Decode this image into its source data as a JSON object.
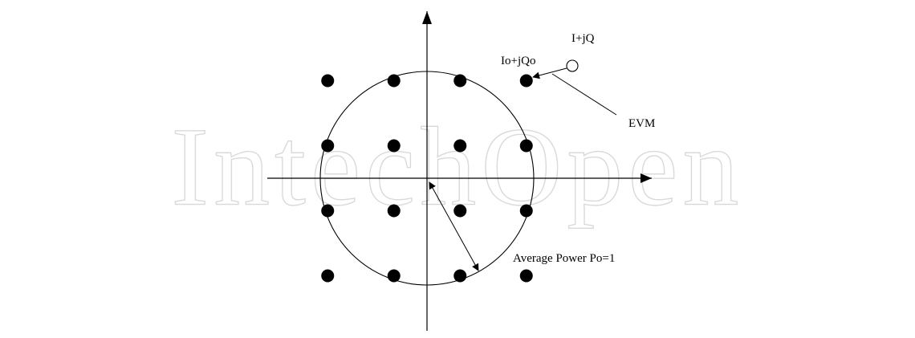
{
  "watermark": {
    "text": "IntechOpen",
    "color": "#d9d9d9"
  },
  "diagram": {
    "constellation_points": [
      {
        "i": -3,
        "q": 3
      },
      {
        "i": -1,
        "q": 3
      },
      {
        "i": 1,
        "q": 3
      },
      {
        "i": 3,
        "q": 3
      },
      {
        "i": -3,
        "q": 1
      },
      {
        "i": -1,
        "q": 1
      },
      {
        "i": 1,
        "q": 1
      },
      {
        "i": 3,
        "q": 1
      },
      {
        "i": -3,
        "q": -1
      },
      {
        "i": -1,
        "q": -1
      },
      {
        "i": 1,
        "q": -1
      },
      {
        "i": 3,
        "q": -1
      },
      {
        "i": -3,
        "q": -3
      },
      {
        "i": -1,
        "q": -3
      },
      {
        "i": 1,
        "q": -3
      },
      {
        "i": 3,
        "q": -3
      }
    ],
    "labels": {
      "measured": "I+jQ",
      "ideal": "Io+jQo",
      "evm": "EVM",
      "average_power": "Average Power Po=1"
    },
    "colors": {
      "stroke": "#000000",
      "point": "#000000"
    }
  }
}
